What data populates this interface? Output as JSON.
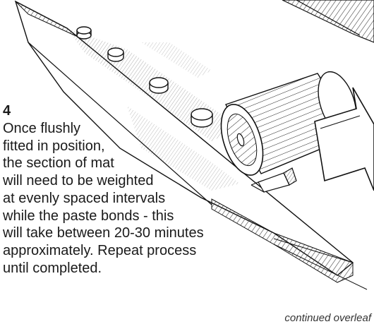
{
  "step": {
    "number": "4",
    "lines": [
      "Once flushly",
      "fitted in position,",
      "the section of mat",
      "will need to be weighted",
      "at evenly spaced intervals",
      "while the paste bonds - this",
      "will take between 20-30 minutes",
      "approximately. Repeat process",
      "until completed."
    ]
  },
  "footer": {
    "continued": "continued overleaf"
  }
}
